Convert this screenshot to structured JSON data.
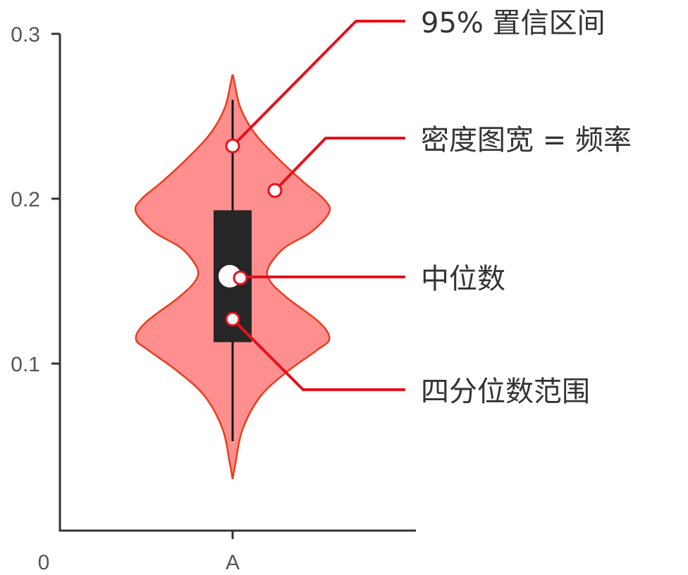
{
  "chart_data": {
    "type": "violin",
    "categories": [
      "A"
    ],
    "y_ticks": [
      {
        "value": 0.1,
        "label": "0.1"
      },
      {
        "value": 0.2,
        "label": "0.2"
      },
      {
        "value": 0.3,
        "label": "0.3"
      }
    ],
    "origin_label": "0",
    "ylim": [
      0.0,
      0.3
    ],
    "grid": false,
    "violin": {
      "category": "A",
      "min": 0.03,
      "max": 0.275,
      "whisker_low": 0.053,
      "whisker_high": 0.26,
      "q1": 0.113,
      "q3": 0.193,
      "median": 0.153,
      "color": "#ff8f8f",
      "edge_color": "#ee3a1c",
      "density_profile": [
        [
          0.03,
          0.0
        ],
        [
          0.04,
          0.03
        ],
        [
          0.06,
          0.1
        ],
        [
          0.08,
          0.28
        ],
        [
          0.095,
          0.55
        ],
        [
          0.108,
          0.85
        ],
        [
          0.115,
          0.98
        ],
        [
          0.125,
          0.88
        ],
        [
          0.14,
          0.55
        ],
        [
          0.15,
          0.38
        ],
        [
          0.158,
          0.36
        ],
        [
          0.17,
          0.52
        ],
        [
          0.18,
          0.8
        ],
        [
          0.192,
          0.98
        ],
        [
          0.2,
          0.92
        ],
        [
          0.21,
          0.72
        ],
        [
          0.225,
          0.45
        ],
        [
          0.24,
          0.22
        ],
        [
          0.255,
          0.08
        ],
        [
          0.27,
          0.02
        ],
        [
          0.275,
          0.0
        ]
      ]
    },
    "annotations": [
      {
        "name": "confidence-interval",
        "text": "95% 置信区间",
        "point_value": 0.232
      },
      {
        "name": "density-width",
        "text": "密度图宽 = 频率",
        "point_value": 0.205
      },
      {
        "name": "median",
        "text": "中位数",
        "point_value": 0.152
      },
      {
        "name": "interquartile-range",
        "text": "四分位数范围",
        "point_value": 0.127
      }
    ],
    "annotation_color": "#e8101a",
    "box_color": "#262626"
  }
}
